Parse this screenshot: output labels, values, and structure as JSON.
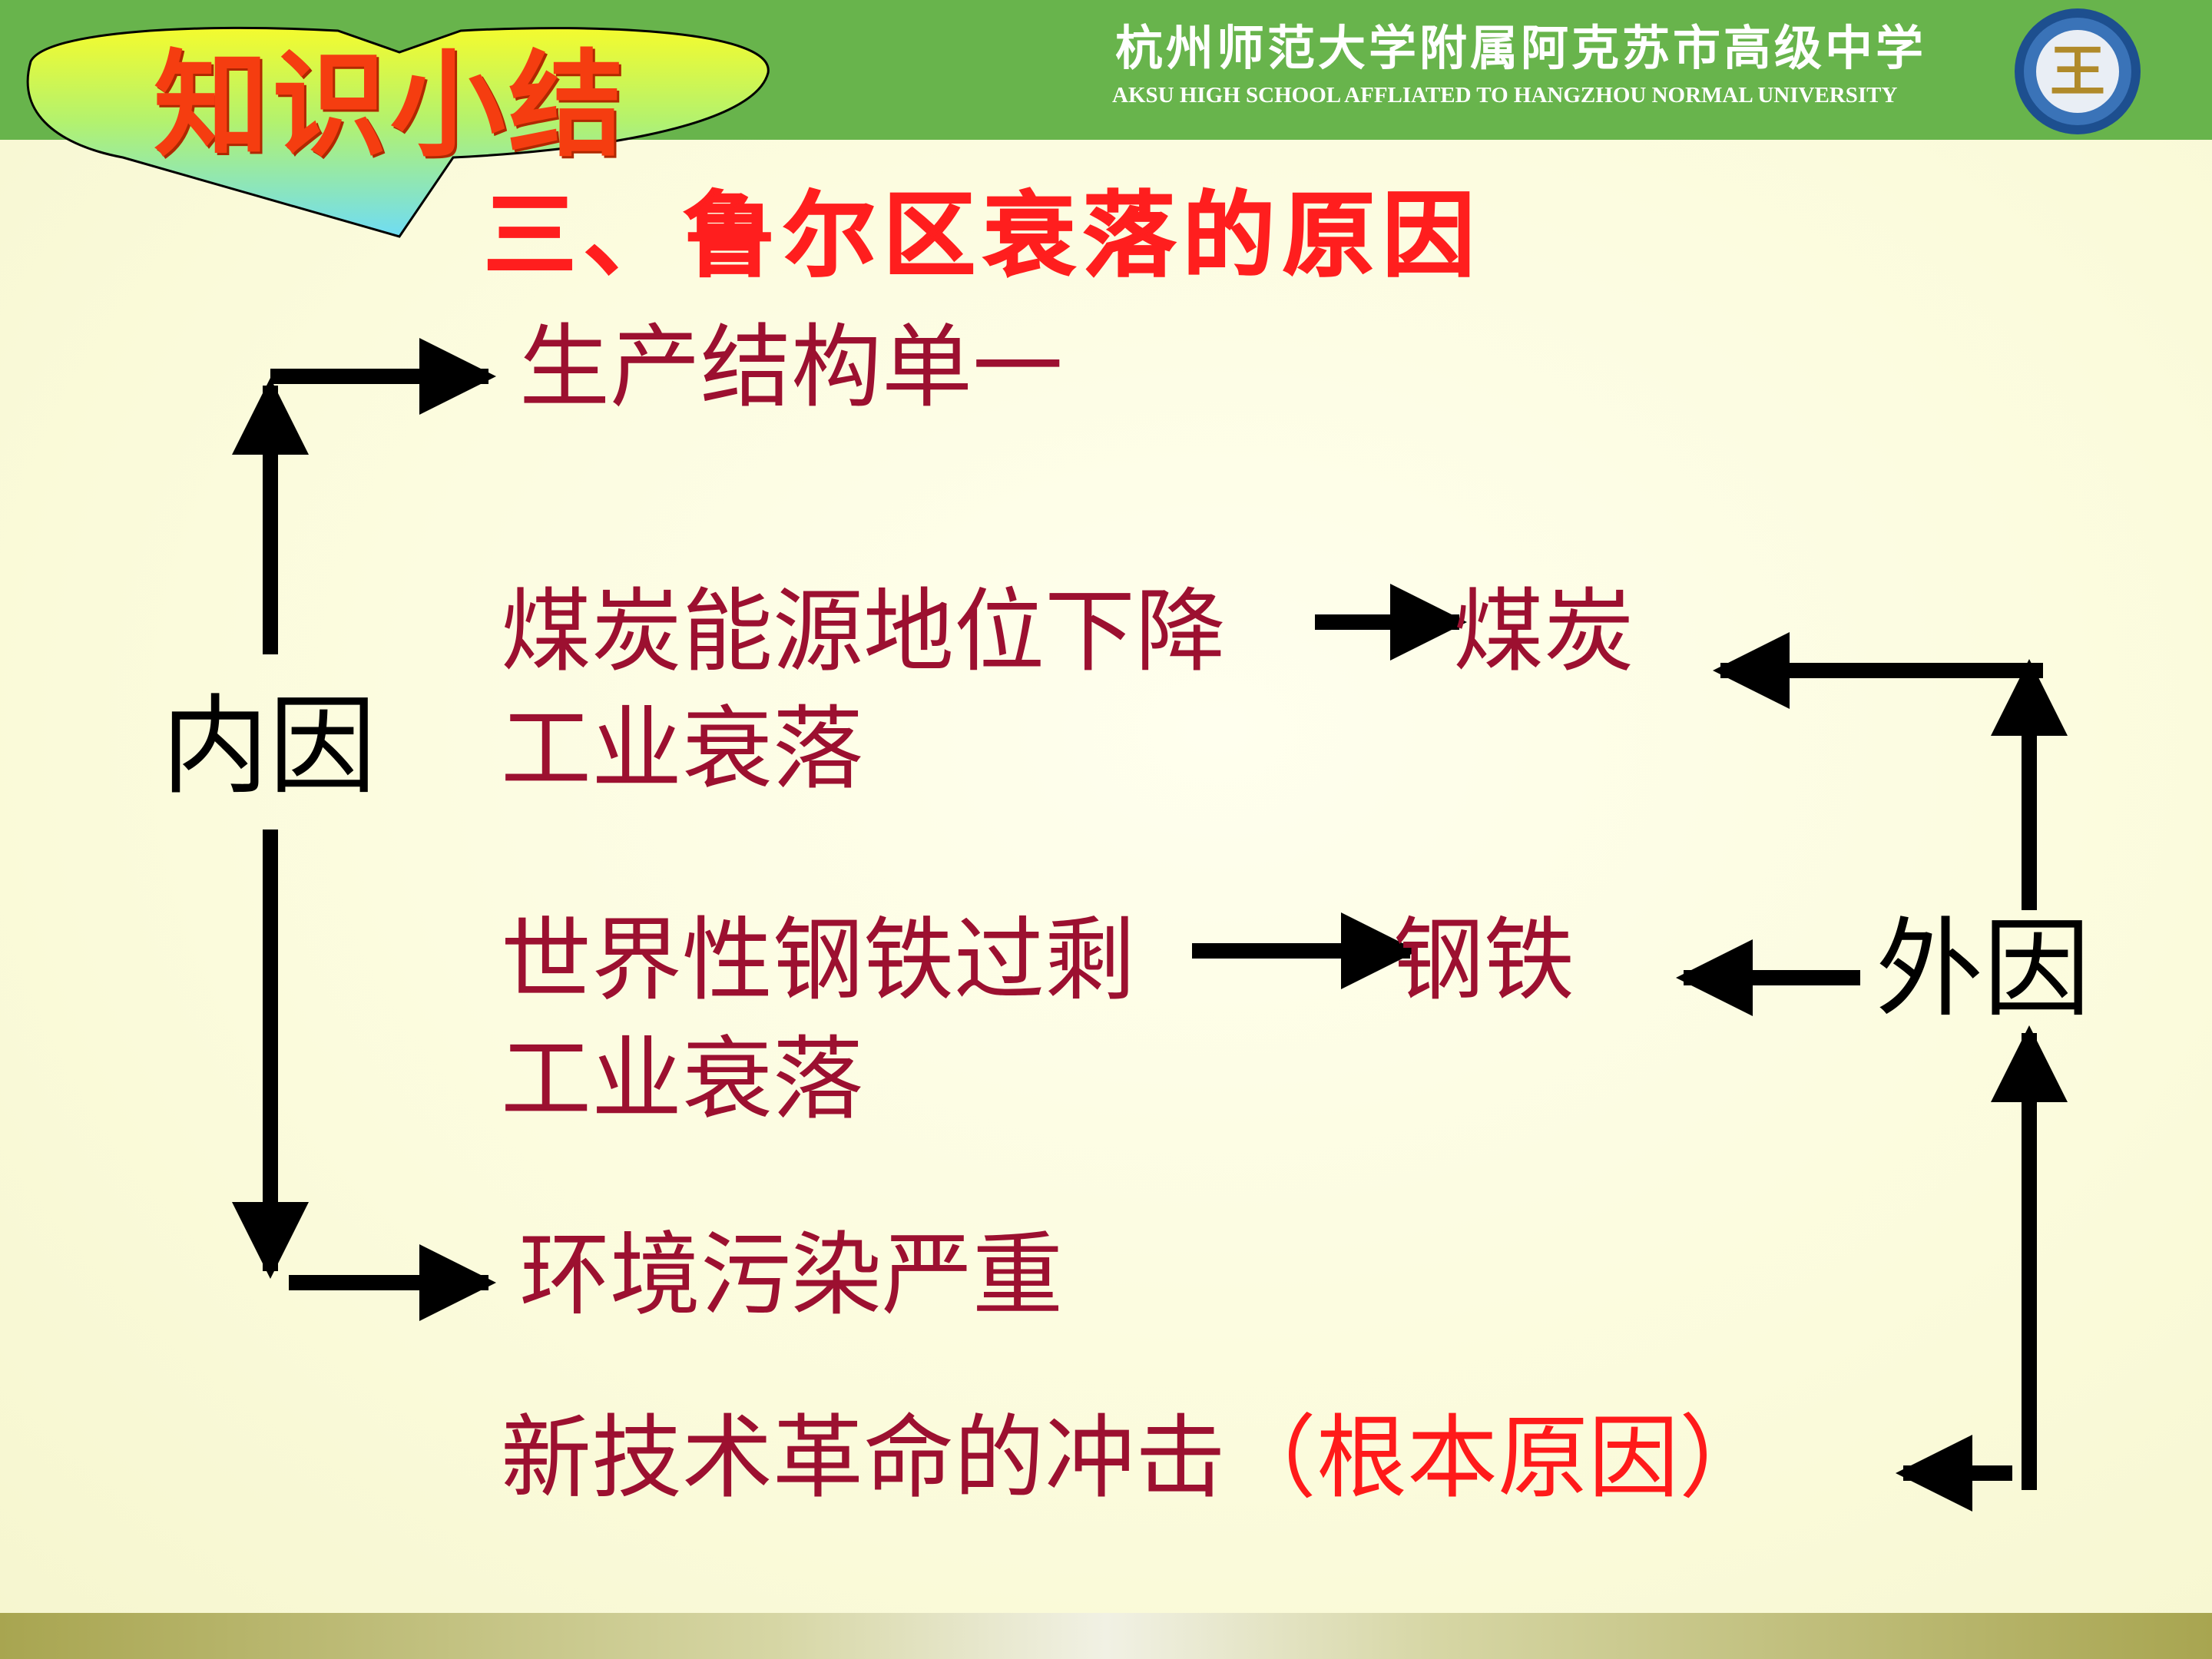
{
  "header": {
    "school_name_cn": "杭州师范大学附属阿克苏市高级中学",
    "school_name_en": "AKSU  HIGH SCHOOL AFFLIATED TO HANGZHOU NORMAL UNIVERSITY",
    "logo_glyph": "王"
  },
  "badge": {
    "title": "知识小结"
  },
  "heading": "三、鲁尔区衰落的原因",
  "diagram": {
    "internal_label": "内因",
    "external_label": "外因",
    "item_production": "生产结构单一",
    "item_coal_cause": "煤炭能源地位下降",
    "item_coal_effect": "煤炭",
    "item_coal_decline": "工业衰落",
    "item_steel_cause": "世界性钢铁过剩",
    "item_steel_effect": "钢铁",
    "item_steel_decline": "工业衰落",
    "item_pollution": "环境污染严重",
    "item_tech": "新技术革命的冲击",
    "item_tech_root": "（根本原因）"
  },
  "colors": {
    "header_green": "#68b44c",
    "item_text": "#9c1030",
    "heading_red": "#ff1e1e",
    "root_red": "#ff1a1a",
    "badge_text": "#f53d10",
    "arrow": "#000000"
  }
}
